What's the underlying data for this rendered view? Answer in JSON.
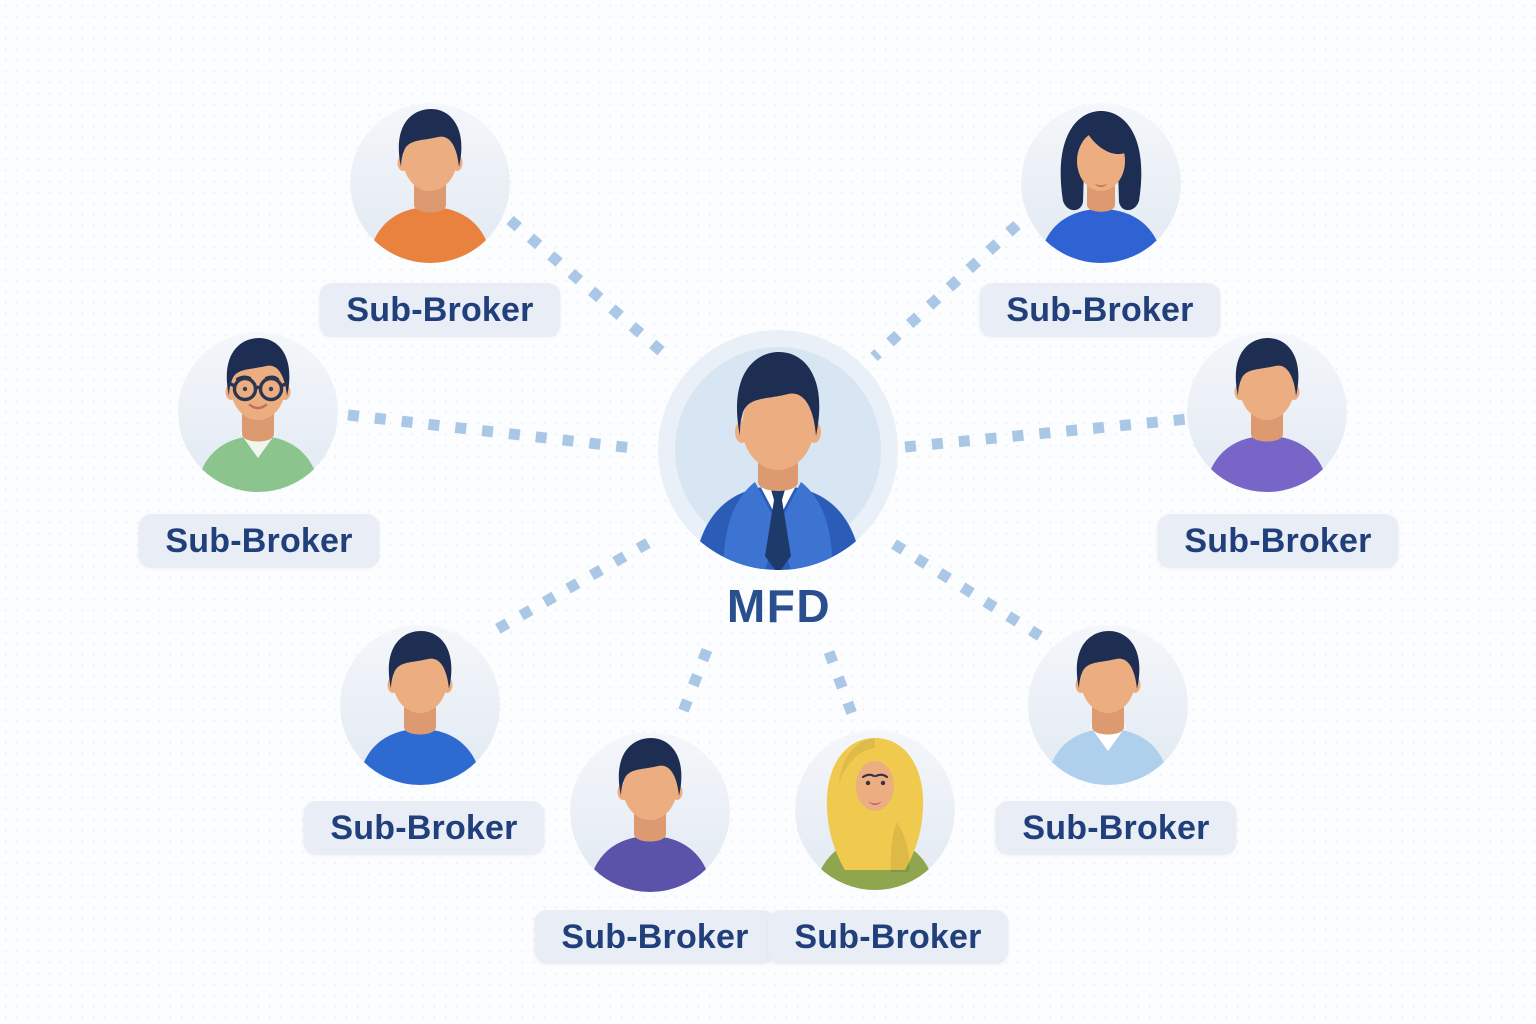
{
  "center": {
    "label": "MFD",
    "avatar": "man-blue-suit-tie-icon",
    "suit_color": "#2a5cb8",
    "lapel_color": "#3d74d2",
    "tie_color": "#1e3a6b"
  },
  "nodes": [
    {
      "id": "top-left",
      "label": "Sub-Broker",
      "avatar": "man-orange-tshirt-icon",
      "shirt_color": "#e8823e"
    },
    {
      "id": "top-right",
      "label": "Sub-Broker",
      "avatar": "woman-bob-blue-top-icon",
      "shirt_color": "#2f63d3"
    },
    {
      "id": "left",
      "label": "Sub-Broker",
      "avatar": "man-glasses-green-shirt-icon",
      "shirt_color": "#8cc48d"
    },
    {
      "id": "right",
      "label": "Sub-Broker",
      "avatar": "man-purple-tshirt-icon",
      "shirt_color": "#7766c8"
    },
    {
      "id": "bottom-left",
      "label": "Sub-Broker",
      "avatar": "man-blue-tshirt-icon",
      "shirt_color": "#2d6bd1"
    },
    {
      "id": "bottom-center-left",
      "label": "Sub-Broker",
      "avatar": "man-indigo-tshirt-icon",
      "shirt_color": "#5b53a9"
    },
    {
      "id": "bottom-center-right",
      "label": "Sub-Broker",
      "avatar": "woman-yellow-hijab-green-top-icon",
      "shirt_color": "#8fa54e",
      "hijab_color": "#f0ca4f"
    },
    {
      "id": "bottom-right",
      "label": "Sub-Broker",
      "avatar": "man-lightblue-collared-shirt-icon",
      "shirt_color": "#aed0ec"
    }
  ],
  "colors": {
    "connector": "#abc7e6",
    "label_bg": "#e9eef6",
    "label_text": "#21407b",
    "center_text": "#2a4f8f",
    "skin": "#ecae80",
    "skin_shadow": "#dd9a70",
    "hair": "#1e2d52",
    "background": "#fcfdfe"
  }
}
